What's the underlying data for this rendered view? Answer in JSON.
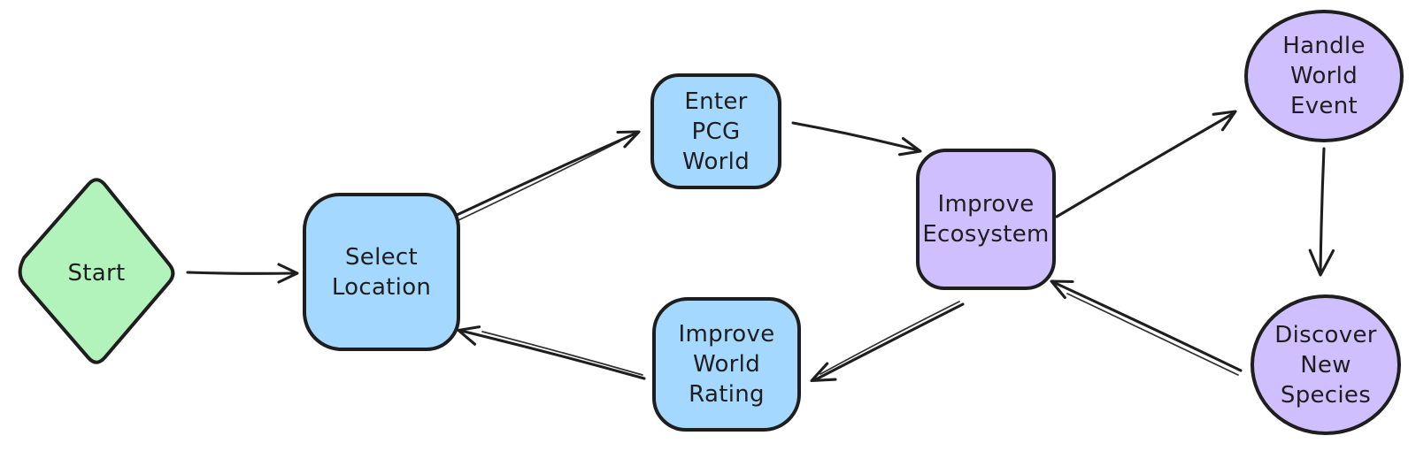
{
  "diagram": {
    "background_color": "#ffffff",
    "stroke_color": "#1e1e1e",
    "nodes": [
      {
        "id": "start",
        "label": "Start",
        "shape": "diamond",
        "fill": "#b2f2bb"
      },
      {
        "id": "select-location",
        "label": "Select\nLocation",
        "shape": "rounded-rect",
        "fill": "#a5d8ff"
      },
      {
        "id": "enter-pcg-world",
        "label": "Enter\nPCG\nWorld",
        "shape": "rounded-rect",
        "fill": "#a5d8ff"
      },
      {
        "id": "improve-ecosystem",
        "label": "Improve\nEcosystem",
        "shape": "rounded-rect",
        "fill": "#d0bfff"
      },
      {
        "id": "handle-world-event",
        "label": "Handle\nWorld\nEvent",
        "shape": "ellipse",
        "fill": "#d0bfff"
      },
      {
        "id": "discover-new-species",
        "label": "Discover\nNew\nSpecies",
        "shape": "ellipse",
        "fill": "#d0bfff"
      },
      {
        "id": "improve-world-rating",
        "label": "Improve\nWorld\nRating",
        "shape": "rounded-rect",
        "fill": "#a5d8ff"
      }
    ],
    "edges": [
      {
        "from": "start",
        "to": "select-location"
      },
      {
        "from": "select-location",
        "to": "enter-pcg-world"
      },
      {
        "from": "enter-pcg-world",
        "to": "improve-ecosystem"
      },
      {
        "from": "improve-ecosystem",
        "to": "handle-world-event"
      },
      {
        "from": "handle-world-event",
        "to": "discover-new-species"
      },
      {
        "from": "discover-new-species",
        "to": "improve-ecosystem"
      },
      {
        "from": "improve-ecosystem",
        "to": "improve-world-rating"
      },
      {
        "from": "improve-world-rating",
        "to": "select-location"
      }
    ]
  }
}
